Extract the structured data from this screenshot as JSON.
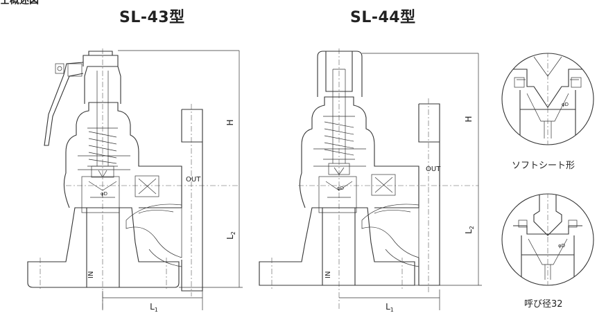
{
  "header_fragment": "士概述図",
  "models": {
    "sl43": {
      "title": "SL-43型",
      "dim_h": "H",
      "dim_l1_base": "L",
      "dim_l1_sub": "1",
      "dim_l2_base": "L",
      "dim_l2_sub": "2",
      "port_out": "OUT",
      "port_in": "IN",
      "dia": "φD"
    },
    "sl44": {
      "title": "SL-44型",
      "dim_h": "H",
      "dim_l1_base": "L",
      "dim_l1_sub": "1",
      "dim_l2_base": "L",
      "dim_l2_sub": "2",
      "port_out": "OUT",
      "port_in": "IN",
      "dia": "φD"
    }
  },
  "details": {
    "soft_seat": {
      "caption": "ソフトシート形",
      "dia": "φD"
    },
    "nominal_32": {
      "caption": "呼び径32",
      "dia": "φD"
    }
  }
}
